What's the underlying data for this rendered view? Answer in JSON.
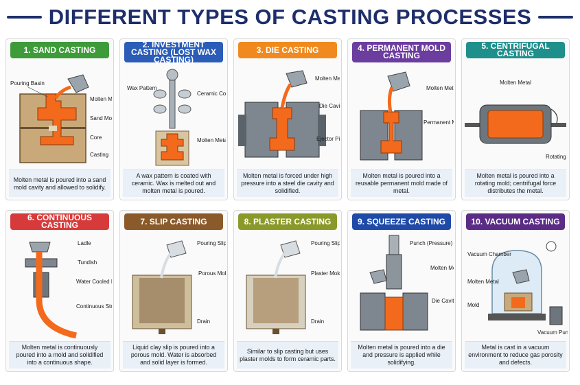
{
  "title": "DIFFERENT TYPES OF CASTING PROCESSES",
  "colors": {
    "title": "#1e2e6b",
    "green": "#3e9b3a",
    "blue": "#2a5cb8",
    "orange": "#f08a1e",
    "purple": "#6b3d9e",
    "teal": "#1f8f8c",
    "red": "#d63a3a",
    "brown": "#8a5a2b",
    "olive": "#8a9a2a",
    "navy": "#1f4aa8",
    "violet": "#5a2c86",
    "molten": "#f36a1c"
  },
  "cards": [
    {
      "title": "1. SAND CASTING",
      "labels": [
        "Pouring Basin",
        "Molten Metal",
        "Sand Mold",
        "Core",
        "Casting"
      ],
      "description": "Molten metal is poured into a sand mold cavity and allowed to solidify."
    },
    {
      "title": "2. INVESTMENT CASTING (LOST WAX CASTING)",
      "labels": [
        "Wax Pattern",
        "Ceramic Coating",
        "Molten Metal"
      ],
      "description": "A wax pattern is coated with ceramic. Wax is melted out and molten metal is poured."
    },
    {
      "title": "3. DIE CASTING",
      "labels": [
        "Molten Metal",
        "Die Cavity",
        "Ejector Pins"
      ],
      "description": "Molten metal is forced under high pressure into a steel die cavity and solidified."
    },
    {
      "title": "4. PERMANENT MOLD CASTING",
      "labels": [
        "Molten Metal",
        "Permanent Mold"
      ],
      "description": "Molten metal is poured into a reusable permanent mold made of metal."
    },
    {
      "title": "5. CENTRIFUGAL CASTING",
      "labels": [
        "Molten Metal",
        "Rotating Mold"
      ],
      "description": "Molten metal is poured into a rotating mold; centrifugal force distributes the metal."
    },
    {
      "title": "6. CONTINUOUS CASTING",
      "labels": [
        "Ladle",
        "Tundish",
        "Water Cooled Mold",
        "Continuous Strand"
      ],
      "description": "Molten metal is continuously poured into a mold and solidified into a continuous shape."
    },
    {
      "title": "7. SLIP CASTING",
      "labels": [
        "Pouring Slip",
        "Porous Mold",
        "Drain"
      ],
      "description": "Liquid clay slip is poured into a porous mold. Water is absorbed and solid layer is formed."
    },
    {
      "title": "8. PLASTER CASTING",
      "labels": [
        "Pouring Slip",
        "Plaster Mold",
        "Drain"
      ],
      "description": "Similar to slip casting but uses plaster molds to form ceramic parts."
    },
    {
      "title": "9. SQUEEZE CASTING",
      "labels": [
        "Punch (Pressure)",
        "Molten Metal",
        "Die Cavity"
      ],
      "description": "Molten metal is poured into a die and pressure is applied while solidifying."
    },
    {
      "title": "10. VACUUM CASTING",
      "labels": [
        "Vacuum Chamber",
        "Molten Metal",
        "Mold",
        "Vacuum Pump"
      ],
      "description": "Metal is cast in a vacuum environment to reduce gas porosity and defects."
    }
  ]
}
